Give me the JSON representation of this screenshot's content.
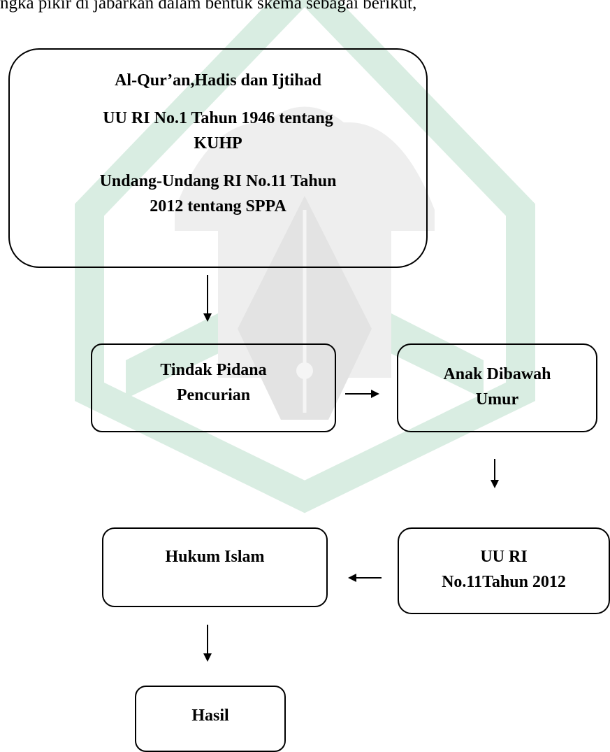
{
  "intro_text": "ngka pikir di jabarkan dalam bentuk skema sebagai berikut,",
  "boxes": {
    "sources": {
      "line1": "Al-Qur’an,Hadis dan Ijtihad",
      "line2": "UU RI No.1 Tahun 1946 tentang",
      "line3": "KUHP",
      "line4": "Undang-Undang RI No.11 Tahun",
      "line5": "2012 tentang SPPA"
    },
    "theft": {
      "line1": "Tindak Pidana",
      "line2": "Pencurian"
    },
    "child": {
      "line1": "Anak Dibawah",
      "line2": "Umur"
    },
    "law": {
      "line1": "Hukum Islam"
    },
    "uu": {
      "line1": "UU RI",
      "line2": "No.11Tahun 2012"
    },
    "result": {
      "line1": "Hasil"
    }
  },
  "flow": [
    {
      "from": "sources",
      "to": "theft",
      "direction": "down"
    },
    {
      "from": "theft",
      "to": "child",
      "direction": "right"
    },
    {
      "from": "child",
      "to": "uu",
      "direction": "down"
    },
    {
      "from": "uu",
      "to": "law",
      "direction": "left"
    },
    {
      "from": "law",
      "to": "result",
      "direction": "down"
    }
  ],
  "colors": {
    "watermark_green": "#d9ede2",
    "watermark_gray": "#e8e8e8",
    "stroke": "#000000"
  }
}
